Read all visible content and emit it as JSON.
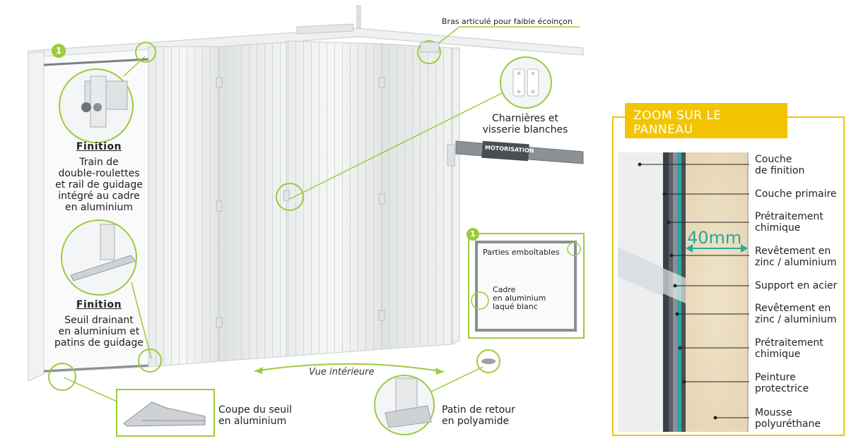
{
  "top_label": "Bras articulé pour faible écoinçon",
  "badge_number": "1",
  "finition_1": {
    "heading": "Finition",
    "text_lines": [
      "Train de",
      "double-roulettes",
      "et rail de guidage",
      "intégré au cadre",
      "en aluminium"
    ]
  },
  "finition_2": {
    "heading": "Finition",
    "text_lines": [
      "Seuil drainant",
      "en aluminium et",
      "patins de guidage"
    ]
  },
  "hinges": {
    "lines": [
      "Charnières et",
      "visserie blanches"
    ]
  },
  "motor_label": "MOTORISATION",
  "frame_inset": {
    "badge": "1",
    "label_top": "Parties emboîtables",
    "label_cadre": [
      "Cadre",
      "en aluminium",
      "laqué blanc"
    ]
  },
  "interior_view": "Vue intérieure",
  "sill_section": {
    "lines": [
      "Coupe du seuil",
      "en aluminium"
    ]
  },
  "return_pad": {
    "lines": [
      "Patin de retour",
      "en polyamide"
    ]
  },
  "zoom": {
    "title": "ZOOM SUR LE PANNEAU",
    "subtitle": "(vue de profil)",
    "dimension": "40mm",
    "layers": [
      [
        "Couche",
        "de finition"
      ],
      [
        "Couche primaire"
      ],
      [
        "Prétraitement",
        "chimique"
      ],
      [
        "Revêtement en",
        "zinc / aluminium"
      ],
      [
        "Support en acier"
      ],
      [
        "Revêtement en",
        "zinc / aluminium"
      ],
      [
        "Prétraitement",
        "chimique"
      ],
      [
        "Peinture",
        "protectrice"
      ],
      [
        "Mousse",
        "polyuréthane"
      ]
    ]
  },
  "colors": {
    "accent_green": "#9ccb3b",
    "zoom_yellow": "#f2c500",
    "teal_dimension": "#2aa89a",
    "foam": "#ead9b9"
  }
}
